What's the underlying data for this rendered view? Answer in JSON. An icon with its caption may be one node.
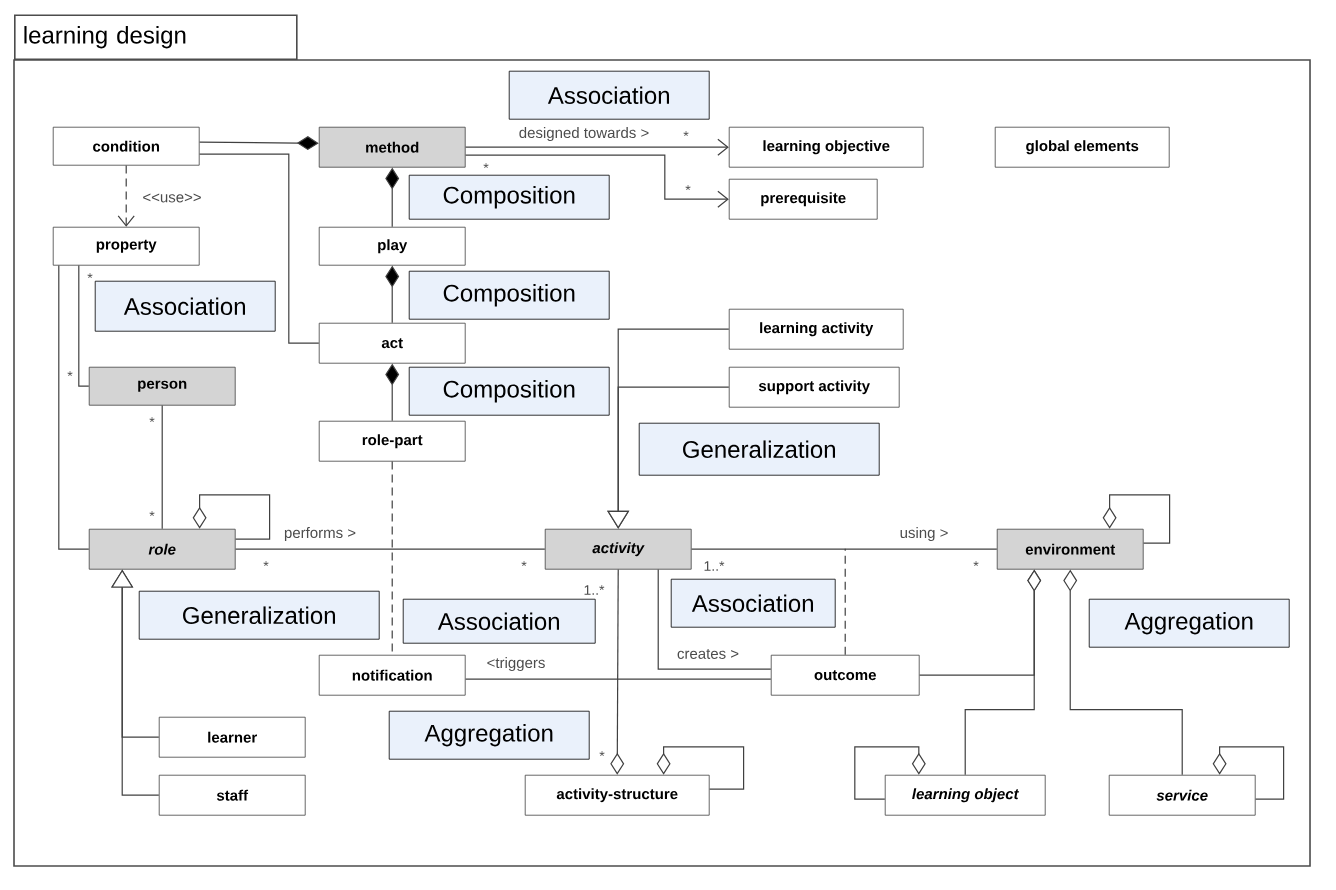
{
  "diagram": {
    "nodes": [
      {
        "text": [
          "learning design"
        ]
      },
      {
        "text": [
          "condition"
        ],
        "in": 0
      },
      {
        "text": [
          "method"
        ],
        "in": 0
      },
      {
        "text": [
          "learning objective"
        ],
        "in": 0
      },
      {
        "text": [
          "global elements"
        ],
        "in": 0
      },
      {
        "text": [
          "prerequisite"
        ],
        "in": 0
      },
      {
        "text": [
          "property"
        ],
        "in": 0
      },
      {
        "text": [
          "play"
        ],
        "in": 0
      },
      {
        "text": [
          "act"
        ],
        "in": 0
      },
      {
        "text": [
          "person"
        ],
        "in": 0
      },
      {
        "text": [
          "learning activity"
        ],
        "in": 0
      },
      {
        "text": [
          "support activity"
        ],
        "in": 0
      },
      {
        "text": [
          "role-part"
        ],
        "in": 0
      },
      {
        "text": [
          "role"
        ],
        "in": 0
      },
      {
        "text": [
          "activity"
        ],
        "in": 0
      },
      {
        "text": [
          "environment"
        ],
        "in": 0
      },
      {
        "text": [
          "notification"
        ],
        "in": 0
      },
      {
        "text": [
          "outcome"
        ],
        "in": 0
      },
      {
        "text": [
          "learner"
        ],
        "in": 0
      },
      {
        "text": [
          "staff"
        ],
        "in": 0
      },
      {
        "text": [
          "activity-structure"
        ],
        "in": 0
      },
      {
        "text": [
          "learning object"
        ],
        "in": 0
      },
      {
        "text": [
          "service"
        ],
        "in": 0
      },
      {
        "text": [
          "Association"
        ],
        "in": 0
      },
      {
        "text": [
          "Composition"
        ],
        "in": 0
      },
      {
        "text": [
          "Association"
        ],
        "in": 0
      },
      {
        "text": [
          "Composition"
        ],
        "in": 0
      },
      {
        "text": [
          "Composition"
        ],
        "in": 0
      },
      {
        "text": [
          "Generalization"
        ],
        "in": 0
      },
      {
        "text": [
          "Association"
        ],
        "in": 0
      },
      {
        "text": [
          "Association"
        ],
        "in": 0
      },
      {
        "text": [
          "Generalization"
        ],
        "in": 0
      },
      {
        "text": [
          "Aggregation"
        ],
        "in": 0
      },
      {
        "text": [
          "Aggregation"
        ],
        "in": 0
      }
    ],
    "edges": [
      {
        "from": 2,
        "to": 1,
        "arrow": "other"
      },
      {
        "from": 1,
        "to": 8,
        "arrow": "none"
      },
      {
        "from": 1,
        "to": 6,
        "arrow": "to",
        "style": "dashed",
        "label": "<<use>>"
      },
      {
        "from": 2,
        "to": 3,
        "arrow": "to",
        "label": "designed towards >"
      },
      {
        "from": 2,
        "to": 5,
        "arrow": "to"
      },
      {
        "from": 2,
        "to": 7,
        "arrow": "other"
      },
      {
        "from": 7,
        "to": 8,
        "arrow": "other"
      },
      {
        "from": 8,
        "to": 12,
        "arrow": "other"
      },
      {
        "from": 6,
        "to": 9,
        "arrow": "none"
      },
      {
        "from": 6,
        "to": 13,
        "arrow": "none"
      },
      {
        "from": 9,
        "to": 13,
        "arrow": "none"
      },
      {
        "from": 13,
        "to": 13,
        "arrow": "other"
      },
      {
        "from": 13,
        "to": 14,
        "arrow": "none",
        "label": "performs >"
      },
      {
        "from": 12,
        "to": 16,
        "arrow": "none",
        "style": "dashed"
      },
      {
        "from": 10,
        "to": 14,
        "arrow": "to"
      },
      {
        "from": 11,
        "to": 14,
        "arrow": "to"
      },
      {
        "from": 18,
        "to": 13,
        "arrow": "to"
      },
      {
        "from": 19,
        "to": 13,
        "arrow": "to"
      },
      {
        "from": 14,
        "to": 15,
        "arrow": "none",
        "label": "using >"
      },
      {
        "from": 17,
        "to": null,
        "arrow": "none",
        "style": "dashed"
      },
      {
        "from": 14,
        "to": 17,
        "arrow": "none",
        "label": "creates >"
      },
      {
        "from": 17,
        "to": 16,
        "arrow": "none",
        "label": "<triggers"
      },
      {
        "from": 20,
        "to": 14,
        "arrow": "other"
      },
      {
        "from": 20,
        "to": 20,
        "arrow": "other"
      },
      {
        "from": 15,
        "to": 15,
        "arrow": "other"
      },
      {
        "from": 15,
        "to": 21,
        "arrow": "other"
      },
      {
        "from": 15,
        "to": 17,
        "arrow": "other"
      },
      {
        "from": 15,
        "to": 22,
        "arrow": "other"
      },
      {
        "from": 21,
        "to": 21,
        "arrow": "other"
      },
      {
        "from": 22,
        "to": 22,
        "arrow": "other"
      }
    ],
    "labels": [
      "*",
      "*",
      "*",
      "*",
      "*",
      "*",
      "*",
      "*",
      "*",
      "1..*",
      "1..*",
      "*",
      "*"
    ]
  }
}
